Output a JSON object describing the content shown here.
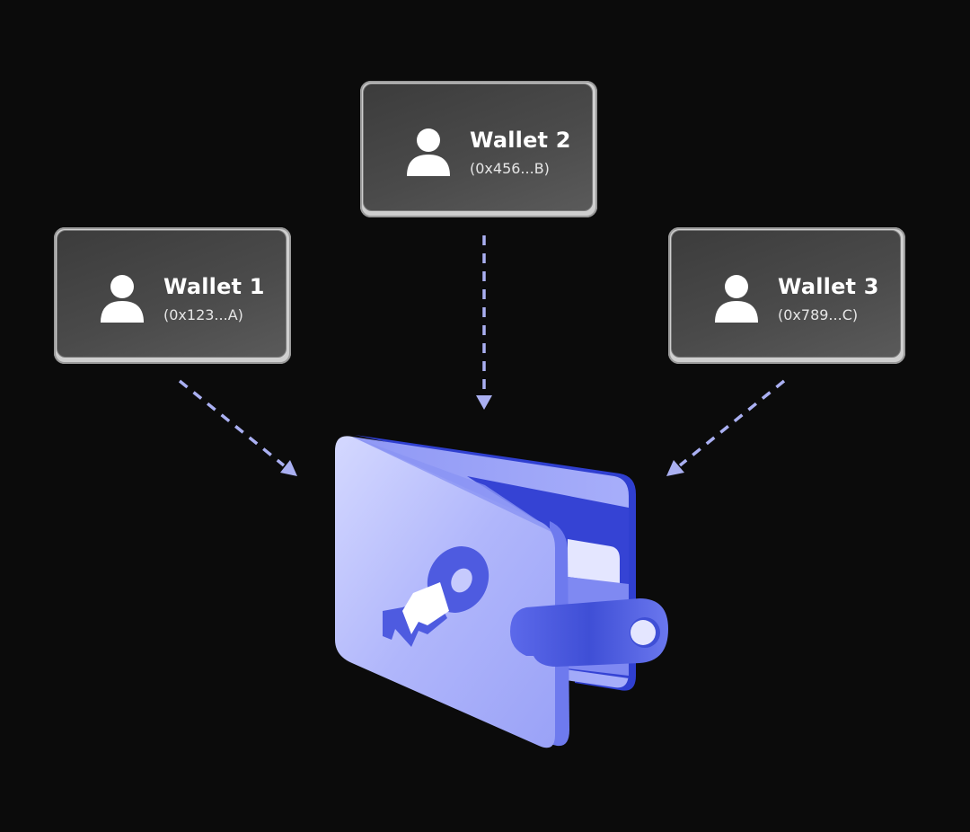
{
  "wallets": [
    {
      "name": "Wallet 1",
      "address": "(0x123...A)",
      "icon": "user-icon"
    },
    {
      "name": "Wallet 2",
      "address": "(0x456...B)",
      "icon": "user-icon"
    },
    {
      "name": "Wallet 3",
      "address": "(0x789...C)",
      "icon": "user-icon"
    }
  ],
  "center": {
    "icon": "wallet-with-key-icon"
  },
  "colors": {
    "background": "#0b0b0b",
    "arrow": "#aab0f2",
    "wallet_light": "#b3b9fb",
    "wallet_dark": "#3f4fd6",
    "key": "#4e5be0"
  }
}
